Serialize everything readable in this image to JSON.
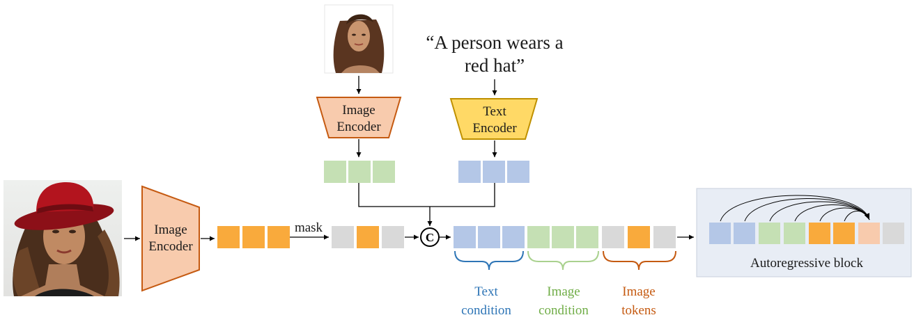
{
  "quote": {
    "line1": "“A person wears a",
    "line2": "red hat”"
  },
  "encoders": {
    "top_image": {
      "line1": "Image",
      "line2": "Encoder"
    },
    "text": {
      "line1": "Text",
      "line2": "Encoder"
    },
    "main_image": {
      "line1": "Image",
      "line2": "Encoder"
    }
  },
  "mask_label": "mask",
  "concat_symbol": "C",
  "groups": {
    "text_condition": {
      "line1": "Text",
      "line2": "condition"
    },
    "image_condition": {
      "line1": "Image",
      "line2": "condition"
    },
    "image_tokens": {
      "line1": "Image",
      "line2": "tokens"
    }
  },
  "autoregressive_label": "Autoregressive block",
  "colors": {
    "token_orange": "#f9aa3c",
    "token_green": "#c5e0b4",
    "token_blue": "#b4c7e7",
    "token_gray": "#d9d9d9",
    "token_peach": "#f8cbad",
    "image_encoder_fill": "#f8cbad",
    "image_encoder_stroke": "#c55a11",
    "text_encoder_fill": "#ffd966",
    "text_encoder_stroke": "#bf9000",
    "text_condition_label": "#2e75b6",
    "image_condition_label": "#70ad47",
    "image_tokens_label": "#c55a11",
    "autoregressive_panel": "#e8edf5"
  },
  "icons": [
    "portrait-photo-large",
    "portrait-photo-small",
    "concat-circle-icon"
  ]
}
